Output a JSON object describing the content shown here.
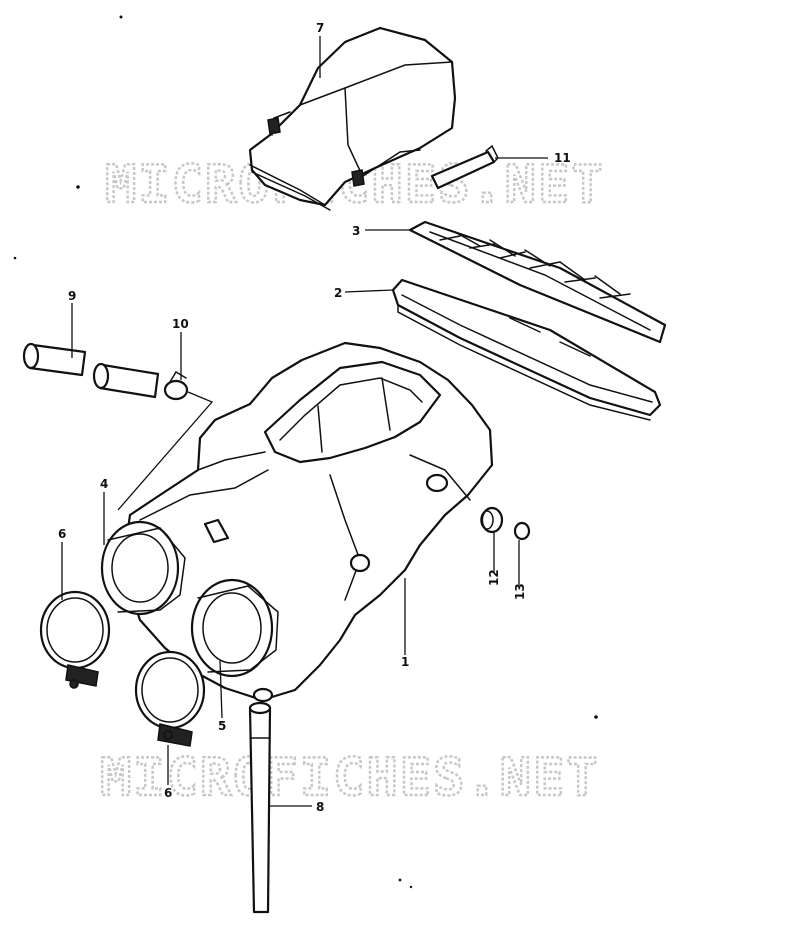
{
  "watermark": "MICROFICHES.NET",
  "callouts": {
    "c1": "1",
    "c2": "2",
    "c3": "3",
    "c4": "4",
    "c5": "5",
    "c6a": "6",
    "c6b": "6",
    "c7": "7",
    "c8": "8",
    "c9": "9",
    "c10": "10",
    "c11": "11",
    "c12": "12",
    "c13": "13"
  },
  "colors": {
    "ink": "#111111",
    "watermark": "#c8c8c8",
    "paper": "#ffffff"
  }
}
